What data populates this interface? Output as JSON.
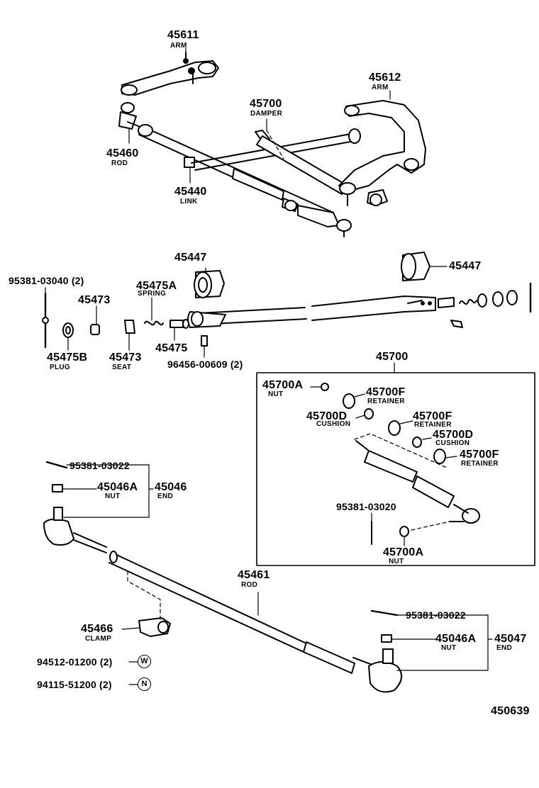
{
  "figure_id": "450639",
  "labels": {
    "arm_45611": "45611",
    "arm_45611_name": "ARM",
    "arm_45612": "45612",
    "arm_45612_name": "ARM",
    "damper_45700_top": "45700",
    "damper_name": "DAMPER",
    "rod_45460": "45460",
    "rod_45460_name": "ROD",
    "link_45440": "45440",
    "link_name": "LINK",
    "bushing_45447_left": "45447",
    "bushing_45447_right": "45447",
    "pin_95381_03040": "95381-03040 (2)",
    "seat_45473_top": "45473",
    "spring_45475a": "45475A",
    "spring_name": "SPRING",
    "plug_45475b": "45475B",
    "plug_name": "PLUG",
    "seat_45473_bottom": "45473",
    "seat_name": "SEAT",
    "part_45475": "45475",
    "fitting_96456": "96456-00609 (2)",
    "box_45700": "45700",
    "nut_45700a_top": "45700A",
    "nut_name_top": "NUT",
    "retainer_45700f_1": "45700F",
    "retainer_name_1": "RETAINER",
    "cushion_45700d_1": "45700D",
    "cushion_name_1": "CUSHION",
    "retainer_45700f_2": "45700F",
    "retainer_name_2": "RETAINER",
    "cushion_45700d_2": "45700D",
    "cushion_name_2": "CUSHION",
    "retainer_45700f_3": "45700F",
    "retainer_name_3": "RETAINER",
    "pin_95381_03020": "95381-03020",
    "nut_45700a_bottom": "45700A",
    "nut_name_bottom": "NUT",
    "pin_95381_03022_left": "95381-03022",
    "nut_45046a_left": "45046A",
    "nut_name_left": "NUT",
    "end_45046": "45046",
    "end_name_left": "END",
    "rod_45461": "45461",
    "rod_45461_name": "ROD",
    "clamp_45466": "45466",
    "clamp_name": "CLAMP",
    "bolt_94512": "94512-01200 (2)",
    "bolt_symbol": "W",
    "nut_94115": "94115-51200 (2)",
    "nut_symbol": "N",
    "pin_95381_03022_right": "95381-03022",
    "nut_45046a_right": "45046A",
    "nut_name_right": "NUT",
    "end_45047": "45047",
    "end_name_right": "END"
  },
  "colors": {
    "ink": "#000000",
    "paper": "#ffffff"
  }
}
